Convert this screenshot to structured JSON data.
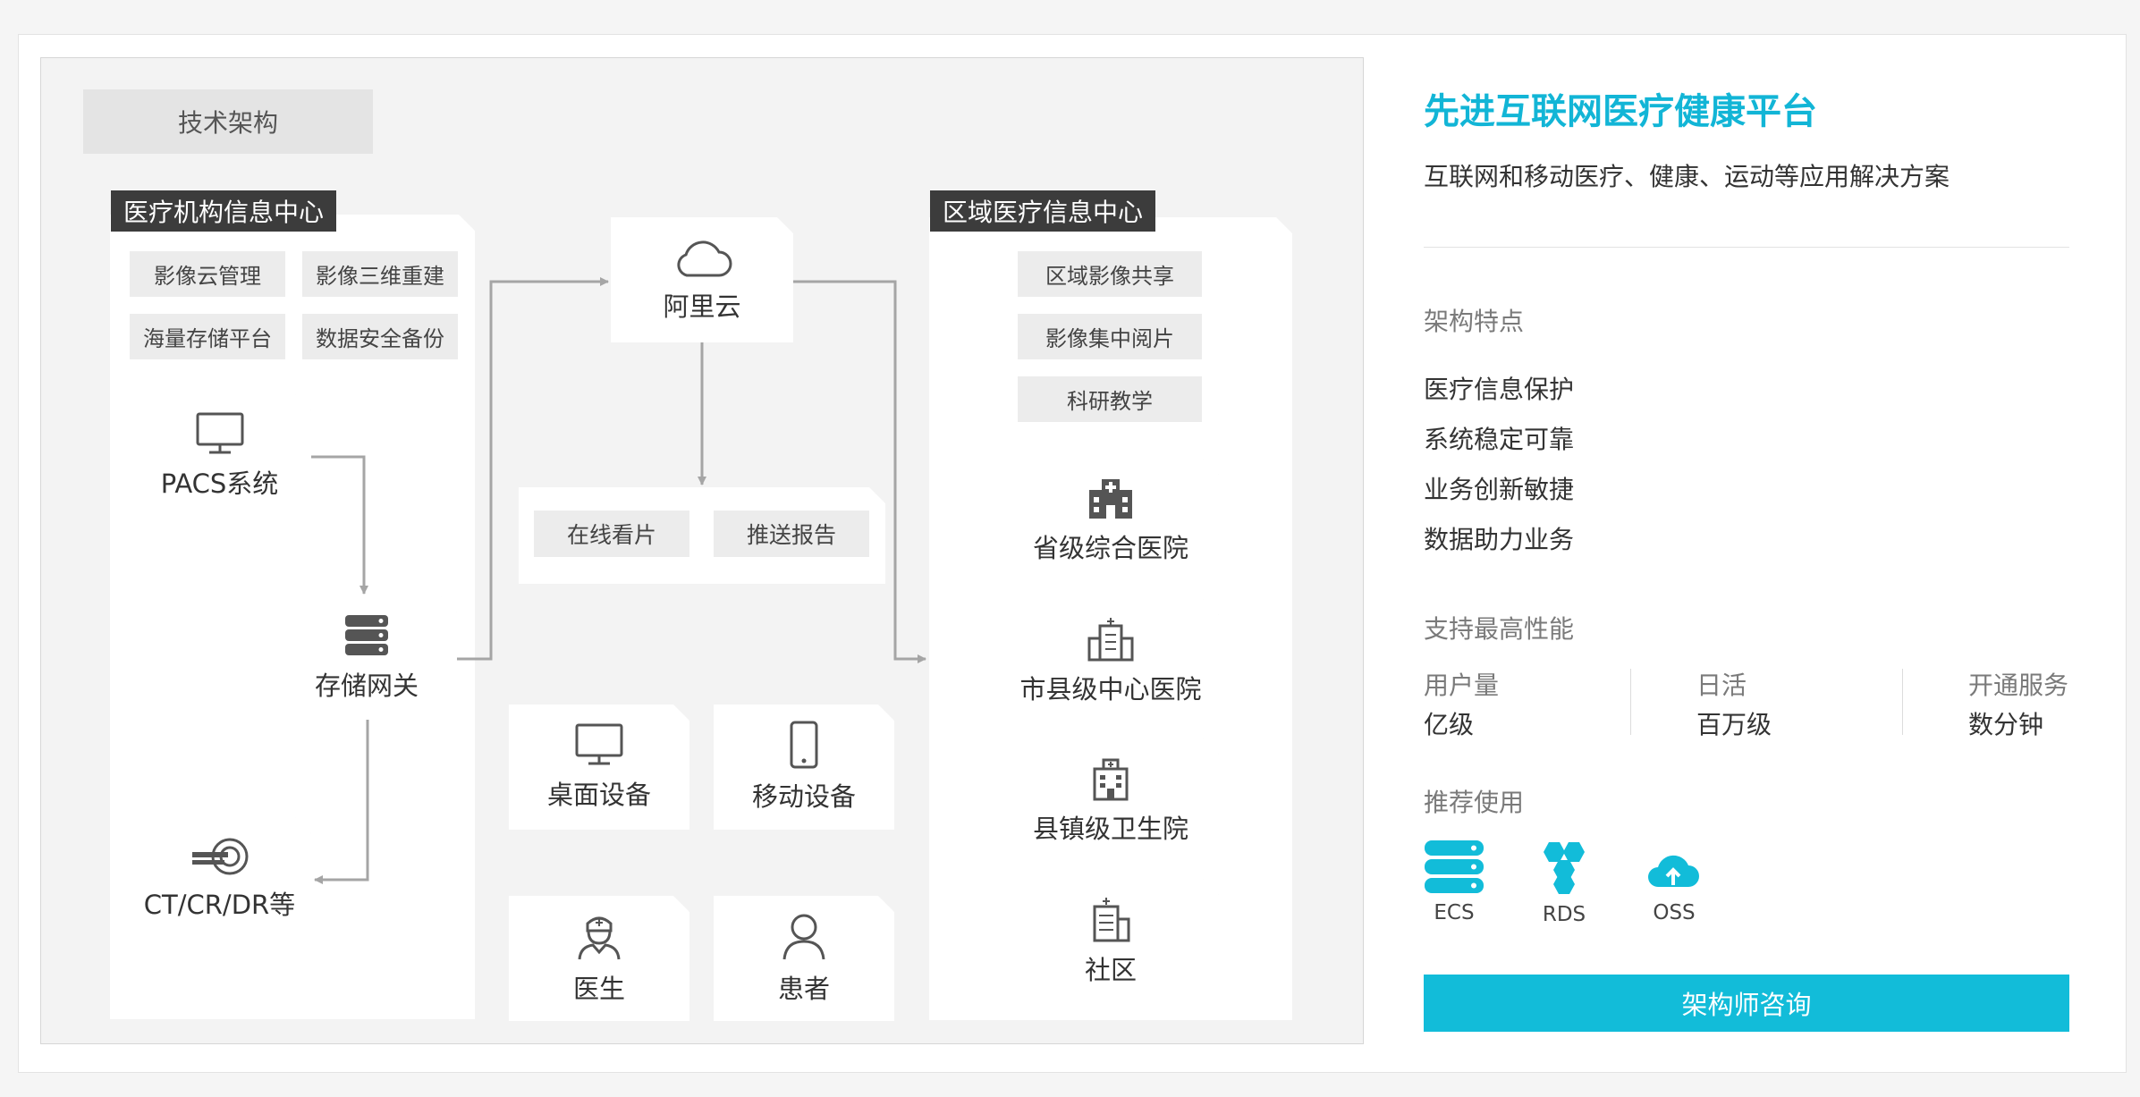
{
  "diagram": {
    "badge": "技术架构",
    "medical_center": {
      "title": "医疗机构信息中心",
      "chips": [
        "影像云管理",
        "影像三维重建",
        "海量存储平台",
        "数据安全备份"
      ],
      "pacs": "PACS系统",
      "gateway": "存储网关",
      "ct": "CT/CR/DR等"
    },
    "cloud": "阿里云",
    "services": [
      "在线看片",
      "推送报告"
    ],
    "devices": [
      "桌面设备",
      "移动设备"
    ],
    "users": [
      "医生",
      "患者"
    ],
    "regional_center": {
      "title": "区域医疗信息中心",
      "chips": [
        "区域影像共享",
        "影像集中阅片",
        "科研教学"
      ],
      "hospitals": [
        "省级综合医院",
        "市县级中心医院",
        "县镇级卫生院",
        "社区"
      ]
    }
  },
  "info": {
    "title": "先进互联网医疗健康平台",
    "subtitle": "互联网和移动医疗、健康、运动等应用解决方案",
    "features_heading": "架构特点",
    "features": [
      "医疗信息保护",
      "系统稳定可靠",
      "业务创新敏捷",
      "数据助力业务"
    ],
    "performance_heading": "支持最高性能",
    "metrics": [
      {
        "label": "用户量",
        "value": "亿级"
      },
      {
        "label": "日活",
        "value": "百万级"
      },
      {
        "label": "开通服务",
        "value": "数分钟"
      }
    ],
    "recommend_heading": "推荐使用",
    "products": [
      {
        "label": "ECS",
        "icon": "server-stack-icon"
      },
      {
        "label": "RDS",
        "icon": "hexagon-cluster-icon"
      },
      {
        "label": "OSS",
        "icon": "cloud-upload-icon"
      }
    ],
    "cta": "架构师咨询"
  },
  "colors": {
    "accent": "#12bcd9",
    "title": "#12b5d6",
    "dark_label": "#3c3c3c"
  }
}
